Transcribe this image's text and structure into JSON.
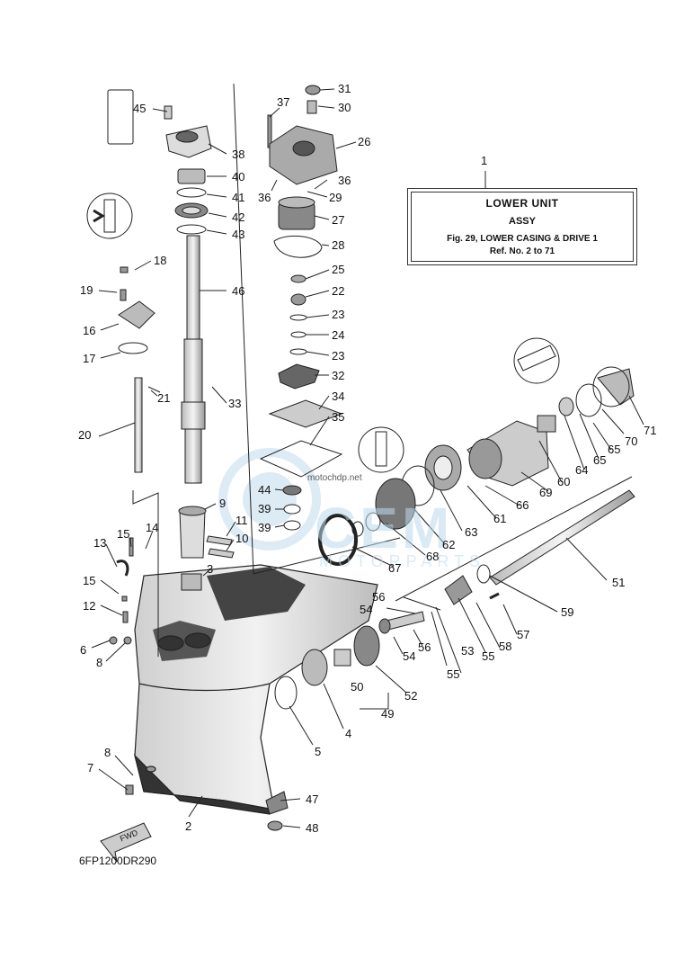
{
  "title_box": {
    "ref": "1",
    "line1": "LOWER UNIT",
    "line2": "ASSY",
    "line3": "Fig. 29, LOWER CASING & DRIVE 1",
    "line4": "Ref. No. 2 to 71"
  },
  "drawing_code": "6FP1200DR290",
  "fwd_label": "FWD",
  "watermark": {
    "brand": "CEM",
    "sub": "MOTORPARTS",
    "small": "motochdp.net"
  },
  "colors": {
    "line": "#222222",
    "part_fill": "#e6e6e6",
    "dark": "#555555",
    "watermark": "#bcd9ec"
  },
  "callouts": [
    "45",
    "38",
    "40",
    "41",
    "42",
    "43",
    "46",
    "33",
    "9",
    "3",
    "11",
    "10",
    "31",
    "30",
    "37",
    "26",
    "36",
    "36",
    "29",
    "27",
    "28",
    "25",
    "22",
    "23",
    "24",
    "23",
    "32",
    "34",
    "35",
    "44",
    "39",
    "39",
    "18",
    "19",
    "16",
    "17",
    "21",
    "20",
    "14",
    "15",
    "13",
    "15",
    "12",
    "6",
    "8",
    "1",
    "71",
    "70",
    "65",
    "65",
    "64",
    "60",
    "69",
    "66",
    "61",
    "63",
    "62",
    "68",
    "67",
    "51",
    "59",
    "57",
    "58",
    "56",
    "54",
    "56",
    "54",
    "53",
    "55",
    "55",
    "52",
    "49",
    "50",
    "4",
    "5",
    "47",
    "48",
    "2",
    "8",
    "7"
  ]
}
